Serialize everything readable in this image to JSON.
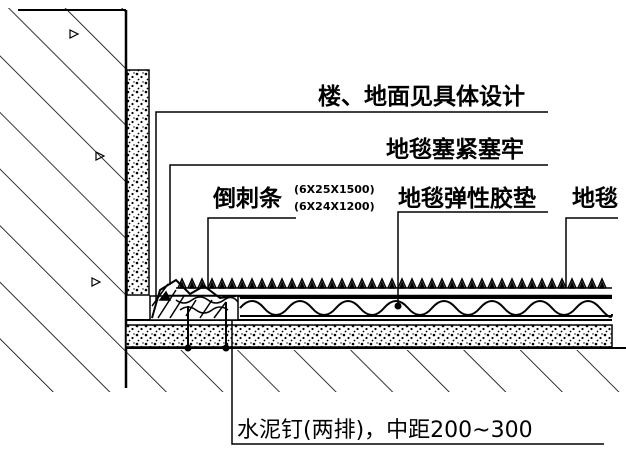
{
  "labels": {
    "floor_design": "楼、地面见具体设计",
    "carpet_tuck": "地毯塞紧塞牢",
    "tack_strip": "倒刺条",
    "tack_strip_spec1": "(6X25X1500)",
    "tack_strip_spec2": "(6X24X1200)",
    "underlay": "地毯弹性胶垫",
    "carpet": "地毯",
    "nails": "水泥钉(两排)，中距200~300"
  },
  "icons": {
    "rock_marker": "triangle-aggregate-icon",
    "tack_spike": "tack-spike-icon"
  },
  "colors": {
    "line": "#000000",
    "background": "#ffffff"
  }
}
